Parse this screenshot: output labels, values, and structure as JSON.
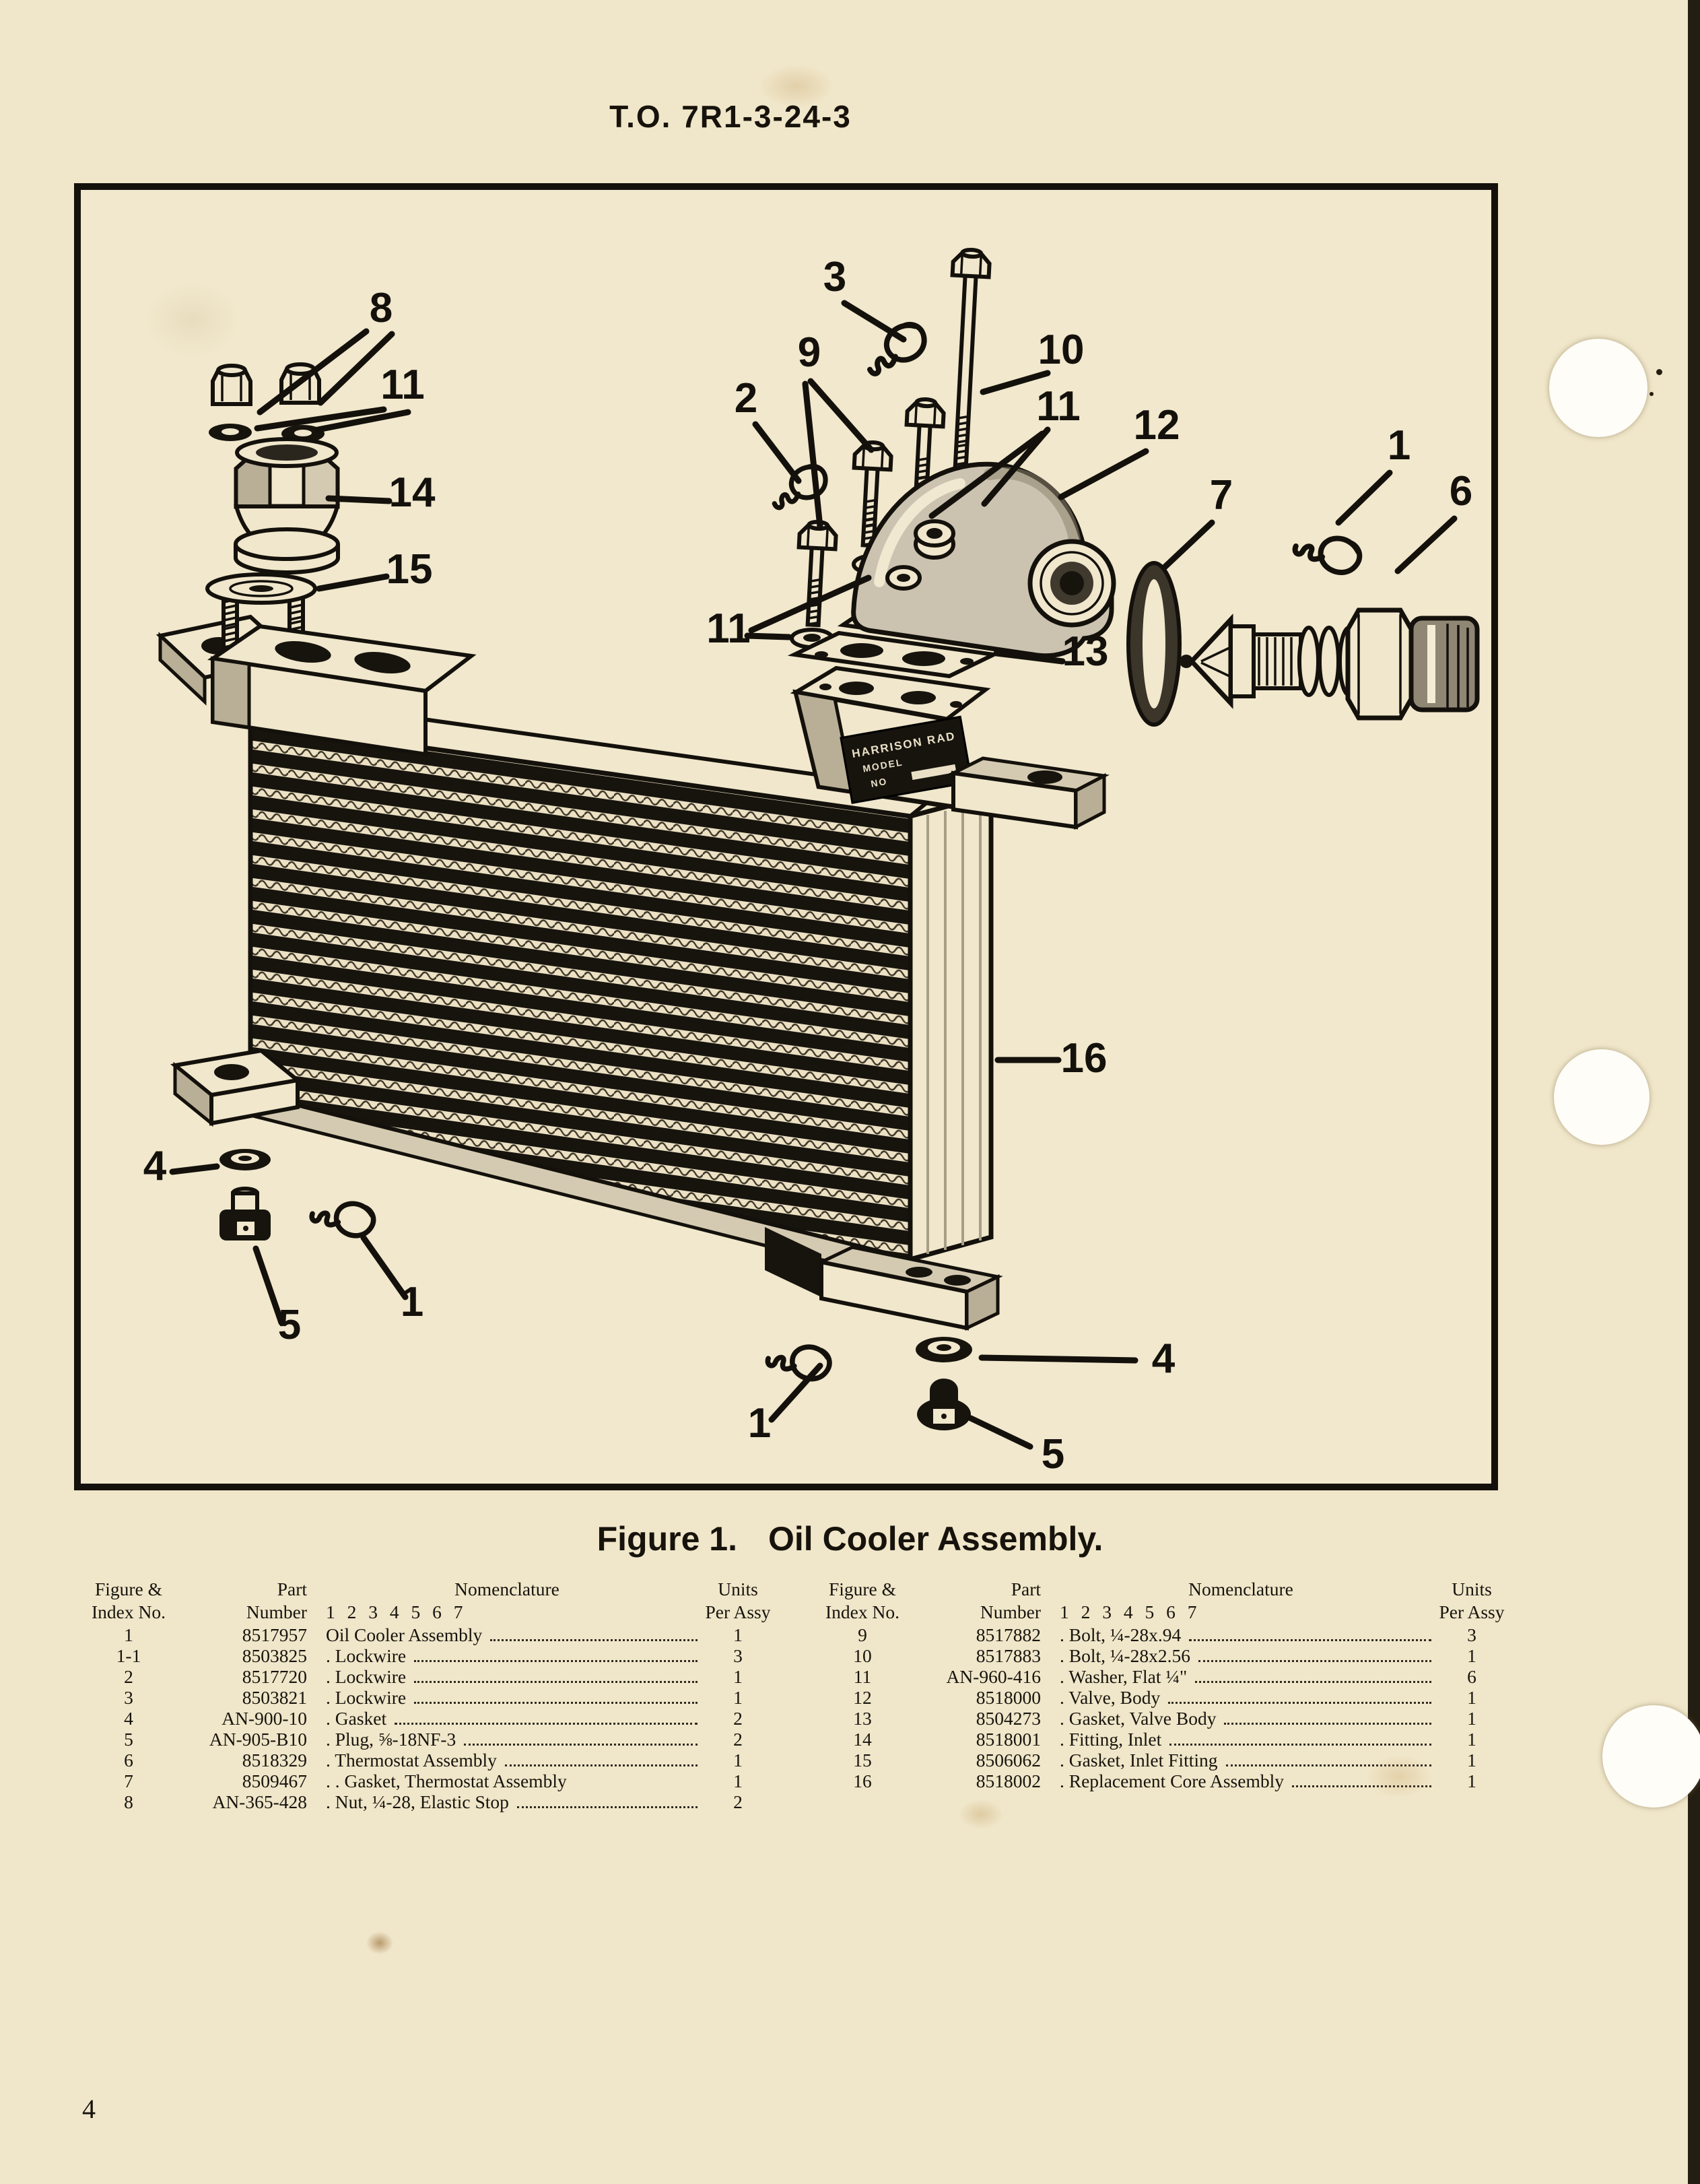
{
  "page": {
    "header": "T.O. 7R1-3-24-3",
    "page_number": "4"
  },
  "figure": {
    "caption_label": "Figure 1.",
    "caption_title": "Oil Cooler Assembly."
  },
  "diagram": {
    "callouts": [
      "8",
      "11",
      "14",
      "15",
      "3",
      "9",
      "2",
      "10",
      "11",
      "12",
      "7",
      "1",
      "6",
      "13",
      "16",
      "4",
      "1",
      "5",
      "11",
      "1",
      "4",
      "5"
    ],
    "data_plate": {
      "line1": "HARRISON RAD",
      "line2": "MODEL",
      "line3": "NO"
    }
  },
  "parts_table": {
    "columns": {
      "col1_line1": "Figure &",
      "col1_line2": "Index No.",
      "col2_line1": "Part",
      "col2_line2": "Number",
      "col3_line1": "Nomenclature",
      "col3_line2": "1 2 3 4 5 6 7",
      "col4_line1": "Units",
      "col4_line2": "Per Assy"
    },
    "left_rows": [
      {
        "index": "1",
        "part": "8517957",
        "name": "Oil Cooler Assembly",
        "units": "1"
      },
      {
        "index": "1-1",
        "part": "8503825",
        "name": ". Lockwire",
        "units": "3"
      },
      {
        "index": "2",
        "part": "8517720",
        "name": ". Lockwire",
        "units": "1"
      },
      {
        "index": "3",
        "part": "8503821",
        "name": ". Lockwire",
        "units": "1"
      },
      {
        "index": "4",
        "part": "AN-900-10",
        "name": ". Gasket",
        "units": "2"
      },
      {
        "index": "5",
        "part": "AN-905-B10",
        "name": ". Plug, ⅝-18NF-3",
        "units": "2"
      },
      {
        "index": "6",
        "part": "8518329",
        "name": ". Thermostat Assembly",
        "units": "1"
      },
      {
        "index": "7",
        "part": "8509467",
        "name": ". . Gasket, Thermostat Assembly",
        "units": "1"
      },
      {
        "index": "8",
        "part": "AN-365-428",
        "name": ". Nut, ¼-28, Elastic Stop",
        "units": "2"
      }
    ],
    "right_rows": [
      {
        "index": "9",
        "part": "8517882",
        "name": ". Bolt, ¼-28x.94",
        "units": "3"
      },
      {
        "index": "10",
        "part": "8517883",
        "name": ". Bolt, ¼-28x2.56",
        "units": "1"
      },
      {
        "index": "11",
        "part": "AN-960-416",
        "name": ". Washer, Flat ¼\"",
        "units": "6"
      },
      {
        "index": "12",
        "part": "8518000",
        "name": ". Valve, Body",
        "units": "1"
      },
      {
        "index": "13",
        "part": "8504273",
        "name": ". Gasket, Valve Body",
        "units": "1"
      },
      {
        "index": "14",
        "part": "8518001",
        "name": ". Fitting, Inlet",
        "units": "1"
      },
      {
        "index": "15",
        "part": "8506062",
        "name": ". Gasket, Inlet Fitting",
        "units": "1"
      },
      {
        "index": "16",
        "part": "8518002",
        "name": ". Replacement Core Assembly",
        "units": "1"
      }
    ]
  },
  "colors": {
    "paper": "#f0e6c9",
    "ink": "#17140e"
  }
}
